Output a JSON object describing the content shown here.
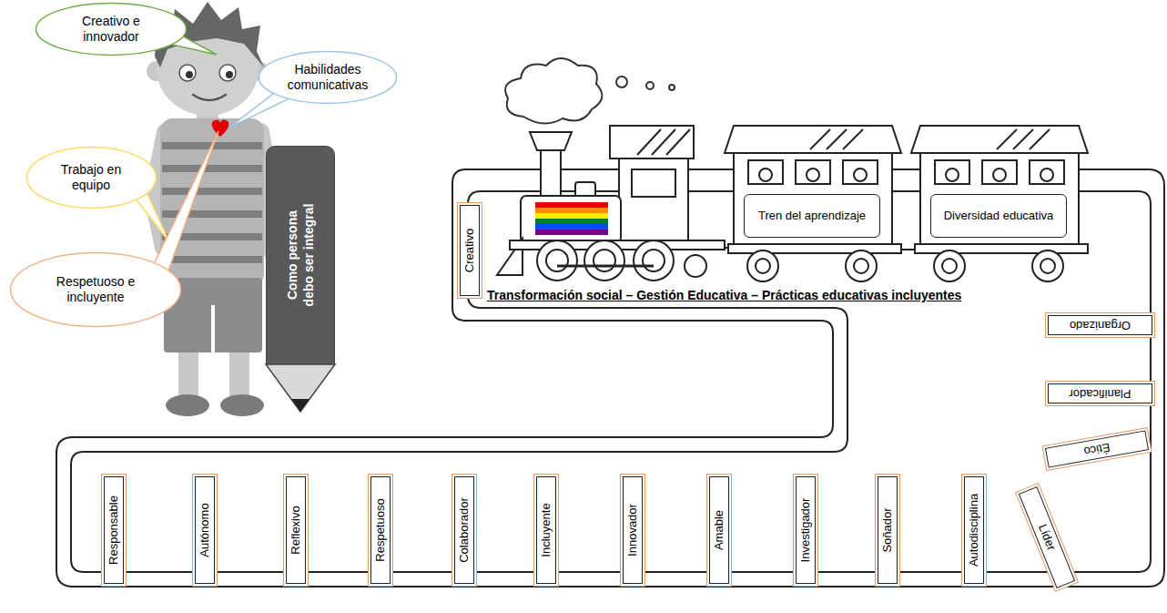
{
  "diagram": {
    "nodes": [
      {
        "text": [
          "Creativo e innovador"
        ]
      },
      {
        "text": [
          "Habilidades comunicativas"
        ]
      },
      {
        "text": [
          "Trabajo en equipo"
        ]
      },
      {
        "text": [
          "Respetuoso e incluyente"
        ]
      },
      {
        "text": [
          "Como persona debo ser integral"
        ]
      },
      {
        "text": [
          "Creativo"
        ]
      },
      {
        "text": [
          "Tren del aprendizaje"
        ]
      },
      {
        "text": [
          "Diversidad educativa"
        ]
      },
      {
        "text": [
          "Organizado"
        ]
      },
      {
        "text": [
          "Planificador"
        ]
      },
      {
        "text": [
          "Ético"
        ]
      },
      {
        "text": [
          "Líder"
        ]
      },
      {
        "text": [
          "Responsable"
        ]
      },
      {
        "text": [
          "Autónomo"
        ]
      },
      {
        "text": [
          "Reflexivo"
        ]
      },
      {
        "text": [
          "Respetuoso"
        ]
      },
      {
        "text": [
          "Colaborador"
        ]
      },
      {
        "text": [
          "Incluyente"
        ]
      },
      {
        "text": [
          "Innovador"
        ]
      },
      {
        "text": [
          "Amable"
        ]
      },
      {
        "text": [
          "Investigador"
        ]
      },
      {
        "text": [
          "Soñador"
        ]
      },
      {
        "text": [
          "Autodisciplina"
        ]
      }
    ],
    "labels": [
      "Transformación social – Gestión Educativa – Prácticas educativas incluyentes"
    ]
  }
}
